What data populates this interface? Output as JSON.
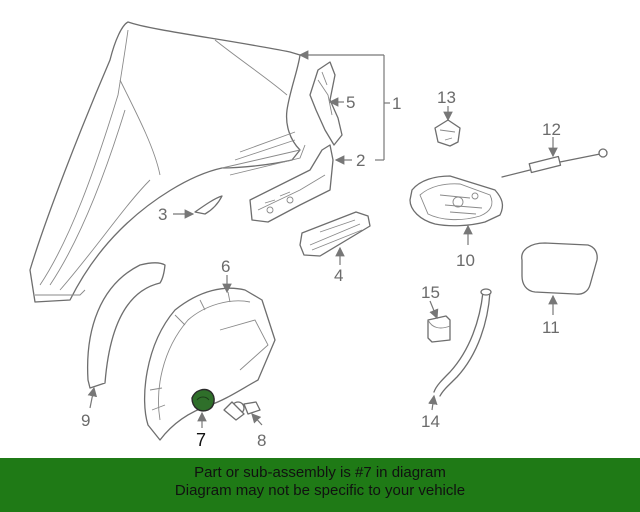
{
  "diagram": {
    "callouts": {
      "c1": "1",
      "c2": "2",
      "c3": "3",
      "c4": "4",
      "c5": "5",
      "c6": "6",
      "c7": "7",
      "c8": "8",
      "c9": "9",
      "c10": "10",
      "c11": "11",
      "c12": "12",
      "c13": "13",
      "c14": "14",
      "c15": "15"
    },
    "highlight_part": "7",
    "highlight_color": "#2f6f2a"
  },
  "banner": {
    "line1": "Part or sub-assembly is #7 in diagram",
    "line2": "Diagram may not be specific to your vehicle",
    "background_color": "#1f7a16"
  }
}
